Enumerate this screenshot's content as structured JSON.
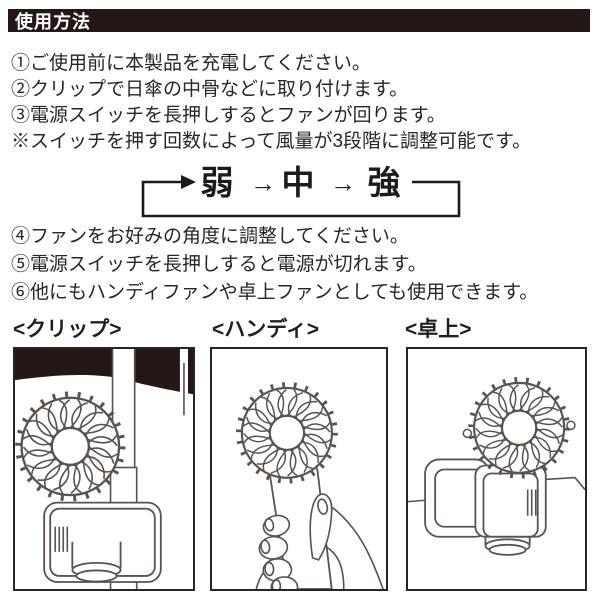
{
  "header": {
    "title": "使用方法"
  },
  "steps_upper": [
    "①ご使用前に本製品を充電してください。",
    "②クリップで日傘の中骨などに取り付けます。",
    "③電源スイッチを長押しするとファンが回ります。",
    "※スイッチを押す回数によって風量が3段階に調整可能です。"
  ],
  "speed_cycle": {
    "levels": [
      "弱",
      "中",
      "強"
    ],
    "arrow": "→"
  },
  "steps_lower": [
    "④ファンをお好みの角度に調整してください。",
    "⑤電源スイッチを長押しすると電源が切れます。",
    "⑥他にもハンディファンや卓上ファンとしても使用できます。"
  ],
  "modes": [
    {
      "label": "<クリップ>",
      "icon": "fan-clipped-to-parasol-pole-illustration"
    },
    {
      "label": "<ハンディ>",
      "icon": "fan-held-in-hand-illustration"
    },
    {
      "label": "<卓上>",
      "icon": "fan-standing-on-desk-illustration"
    }
  ],
  "colors": {
    "header_bg": "#231815",
    "header_text": "#ffffff",
    "body_text": "#2b2623",
    "diagram": "#1d1a18",
    "line_art": "#5b524e"
  }
}
